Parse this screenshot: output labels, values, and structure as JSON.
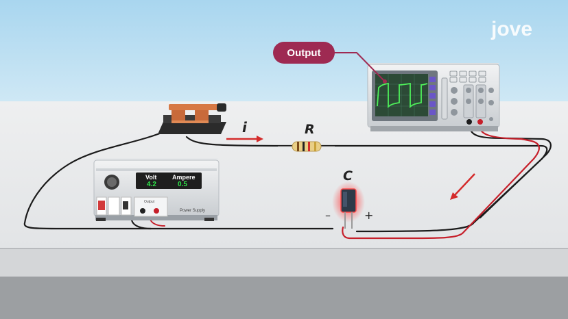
{
  "brand": {
    "logo_text": "jove"
  },
  "callout": {
    "output_label": "Output"
  },
  "circuit": {
    "current_symbol": "i",
    "resistor_symbol": "R",
    "capacitor_symbol": "C",
    "minus_sign": "–",
    "plus_sign": "+"
  },
  "power_supply": {
    "volt_label": "Volt",
    "volt_value": "4.2",
    "ampere_label": "Ampere",
    "ampere_value": "0.5",
    "output_label": "Output",
    "name_label": "Power Supply"
  },
  "colors": {
    "sky": "#bfe0f2",
    "floor": "#e9ebec",
    "callout": "#9e2a52",
    "arrow": "#d42b2b",
    "display_text": "#2ee84a"
  }
}
